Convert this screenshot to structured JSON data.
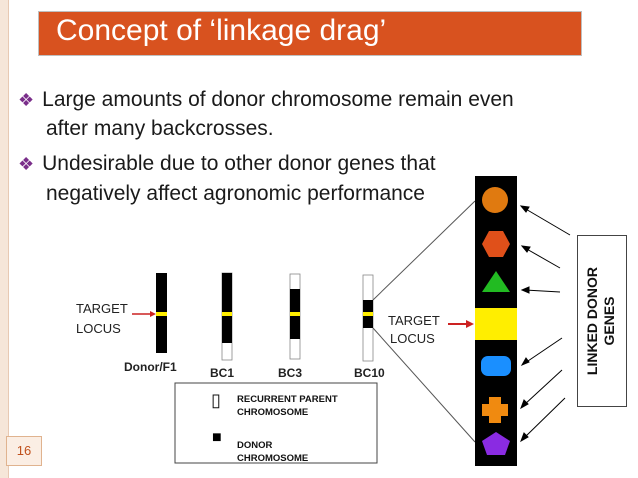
{
  "slide": {
    "title": "Concept of ‘linkage drag’",
    "bullets": [
      "Large amounts of donor chromosome remain even",
      "after many backcrosses.",
      "Undesirable due to other donor genes that",
      "negatively affect agronomic performance"
    ],
    "slide_number": "16"
  },
  "diagram": {
    "target_locus_left_1": "TARGET",
    "target_locus_left_2": "LOCUS",
    "target_locus_right_1": "TARGET",
    "target_locus_right_2": "LOCUS",
    "chromosome_labels": [
      "Donor/F1",
      "BC1",
      "BC3",
      "BC10"
    ],
    "side_label_1": "LINKED DONOR",
    "side_label_2": "GENES",
    "legend": {
      "recurrent_1": "RECURRENT PARENT",
      "recurrent_2": "CHROMOSOME",
      "donor_1": "DONOR",
      "donor_2": "CHROMOSOME",
      "recurrent_symbol": "▯",
      "donor_symbol": "■"
    },
    "colors": {
      "donor": "#000000",
      "target": "#ffee00",
      "arrow_red": "#cc2222",
      "circle": "#e07a10",
      "hexagon": "#e0501a",
      "triangle": "#22bb22",
      "rounded_rect": "#1a8fff",
      "cross": "#f08a10",
      "pentagon": "#8a2be2"
    }
  }
}
